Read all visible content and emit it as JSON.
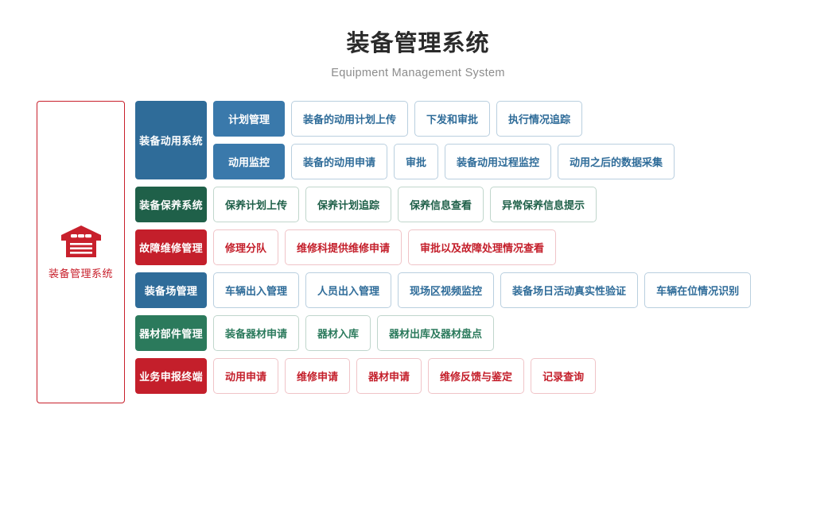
{
  "header": {
    "title": "装备管理系统",
    "subtitle": "Equipment Management System"
  },
  "colors": {
    "brand_red": "#c41f2b",
    "blue": "#2f6c99",
    "blue_sub": "#3a79ab",
    "green_dark": "#1f6049",
    "green": "#2b7a5c"
  },
  "left_panel": {
    "icon": "warehouse-icon",
    "label": "装备管理系统"
  },
  "rows": [
    {
      "category": "装备动用系统",
      "theme": "blue",
      "layout": "stacked",
      "groups": [
        {
          "sub": "计划管理",
          "leaves": [
            "装备的动用计划上传",
            "下发和审批",
            "执行情况追踪"
          ]
        },
        {
          "sub": "动用监控",
          "leaves": [
            "装备的动用申请",
            "审批",
            "装备动用过程监控",
            "动用之后的数据采集"
          ]
        }
      ]
    },
    {
      "category": "装备保养系统",
      "theme": "green_dark",
      "layout": "flat",
      "leaves": [
        "保养计划上传",
        "保养计划追踪",
        "保养信息查看",
        "异常保养信息提示"
      ]
    },
    {
      "category": "故障维修管理",
      "theme": "red",
      "layout": "flat",
      "leaves": [
        "修理分队",
        "维修科提供维修申请",
        "审批以及故障处理情况查看"
      ]
    },
    {
      "category": "装备场管理",
      "theme": "blue",
      "layout": "flat",
      "leaves": [
        "车辆出入管理",
        "人员出入管理",
        "现场区视频监控",
        "装备场日活动真实性验证",
        "车辆在位情况识别"
      ]
    },
    {
      "category": "器材部件管理",
      "theme": "green",
      "layout": "flat",
      "leaves": [
        "装备器材申请",
        "器材入库",
        "器材出库及器材盘点"
      ]
    },
    {
      "category": "业务申报终端",
      "theme": "red",
      "layout": "flat",
      "leaves": [
        "动用申请",
        "维修申请",
        "器材申请",
        "维修反馈与鉴定",
        "记录查询"
      ]
    }
  ]
}
